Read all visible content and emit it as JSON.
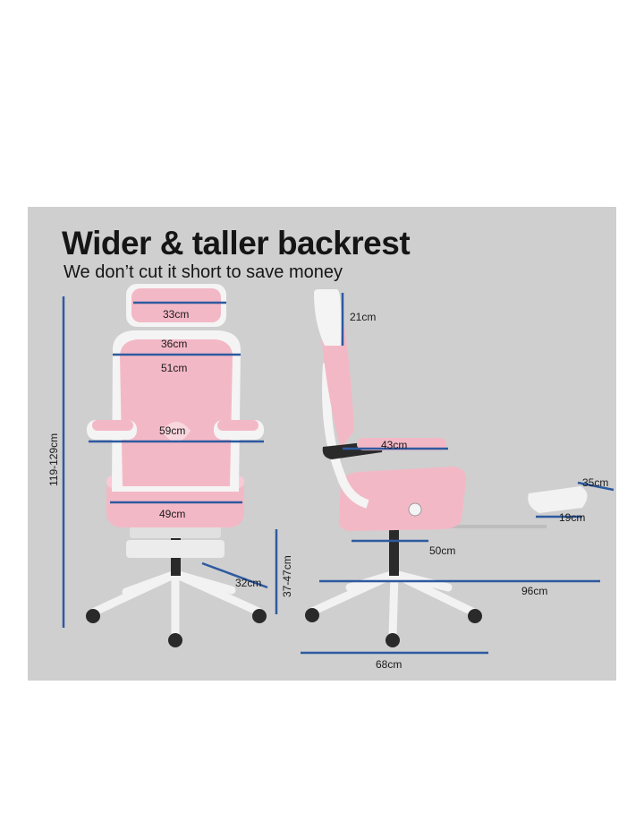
{
  "headline": "Wider & taller backrest",
  "subline": "We don’t cut it short to save money",
  "colors": {
    "panel": "#cfcfcf",
    "mesh_pink": "#f3b8c6",
    "frame_white": "#f4f4f4",
    "measure_blue": "#2e5aa0",
    "base_dark": "#2a2a2a"
  },
  "dimensions": {
    "headrest_width": "33cm",
    "backrest_top_width": "36cm",
    "backrest_width": "51cm",
    "armrest_width": "59cm",
    "seat_width": "49cm",
    "total_height": "119-129cm",
    "base_leg": "32cm",
    "seat_height": "37-47cm",
    "headrest_height": "21cm",
    "seat_depth": "43cm",
    "footrest_height": "35cm",
    "footrest_depth": "19cm",
    "base_depth": "50cm",
    "reclined_length": "96cm",
    "base_width": "68cm"
  }
}
